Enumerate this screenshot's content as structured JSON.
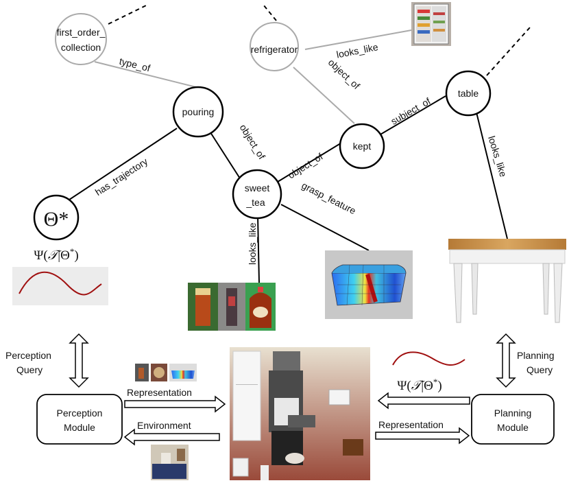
{
  "nodes": {
    "first_order_collection": {
      "line1": "first_order_",
      "line2": "collection"
    },
    "refrigerator": {
      "label": "refrigerator"
    },
    "pouring": {
      "label": "pouring"
    },
    "kept": {
      "label": "kept"
    },
    "table": {
      "label": "table"
    },
    "sweet_tea": {
      "line1": "sweet",
      "line2": "_tea"
    },
    "theta": {
      "label": "Θ*"
    }
  },
  "edges": {
    "type_of": "type_of",
    "looks_like_fridge": "looks_like",
    "object_of_fridge": "object_of",
    "subject_of": "subject_of",
    "object_of_pouring": "object_of",
    "object_of_kept": "object_of",
    "has_trajectory": "has_trajectory",
    "grasp_feature": "grasp_feature",
    "looks_like_tea": "looks_like",
    "looks_like_table": "looks_like"
  },
  "formula": {
    "psi": "Ψ(",
    "tau": "𝒯",
    "bar": "|Θ",
    "star": "*",
    "close": ")"
  },
  "modules": {
    "perception": {
      "line1": "Perception",
      "line2": "Module"
    },
    "planning": {
      "line1": "Planning",
      "line2": "Module"
    }
  },
  "queries": {
    "perception": {
      "line1": "Perception",
      "line2": "Query"
    },
    "planning": {
      "line1": "Planning",
      "line2": "Query"
    }
  },
  "arrows": {
    "representation_left": "Representation",
    "environment": "Environment",
    "representation_right": "Representation"
  },
  "colors": {
    "curve": "#a01010",
    "node_stroke": "#000000",
    "faded_stroke": "#aaaaaa",
    "heatmap_blue": "#1e5bd6",
    "table_top": "#c9924a"
  }
}
